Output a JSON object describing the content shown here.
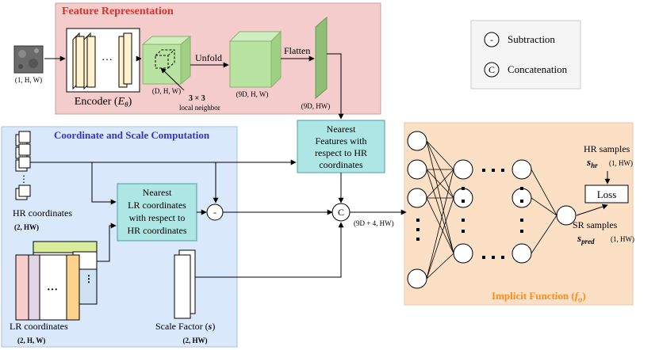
{
  "feature_panel": {
    "title": "Feature Representation",
    "input_shape": "(1, H, W)",
    "encoder_label": "Encoder (Eθ)",
    "encoder_dots": "···",
    "feature_shape": "(D, H, W)",
    "unfold_label": "Unfold",
    "neighbor_size": "3 × 3",
    "neighbor_label": "local neighbor",
    "unfolded_shape": "(9D, H, W)",
    "flatten_label": "Flatten",
    "flat_shape": "(9D, HW)"
  },
  "legend": {
    "minus_symbol": "-",
    "subtraction": "Subtraction",
    "concat_symbol": "C",
    "concatenation": "Concatenation"
  },
  "coord_panel": {
    "title": "Coordinate and Scale Computation",
    "hr_label": "HR coordinates",
    "hr_shape": "(2, HW)",
    "lr_label": "LR coordinates",
    "lr_shape": "(2, H, W)",
    "lr_dots": "···",
    "scale_label": "Scale Factor (s)",
    "scale_shape": "(2, HW)",
    "nearest_lr": [
      "Nearest",
      "LR coordinates",
      "with respect to",
      "HR coordinates"
    ],
    "minus_symbol": "-"
  },
  "nearest_features": [
    "Nearest",
    "Features with",
    "respect to HR",
    "coordinates"
  ],
  "concat": {
    "symbol": "C",
    "shape": "(9D + 4, HW)"
  },
  "implicit_panel": {
    "title": "Implicit Function (fφ)",
    "hr_samples": "HR samples",
    "s_hr": "s",
    "s_hr_sub": "hr",
    "hr_samples_shape": "(1, HW)",
    "loss_label": "Loss",
    "sr_samples": "SR samples",
    "s_pred": "s",
    "s_pred_sub": "pred",
    "sr_samples_shape": "(1, HW)"
  },
  "colors": {
    "feature_bg": "#f5cccc",
    "coord_bg": "#dae8fc",
    "implicit_bg": "#fbe0c6",
    "teal_box": "#aee6e6",
    "green_block": "#b8e3a0",
    "encoder_fill": "#fff2cc",
    "title_red": "#e0302a",
    "title_blue": "#3333cc",
    "title_orange": "#ff8c1a"
  }
}
